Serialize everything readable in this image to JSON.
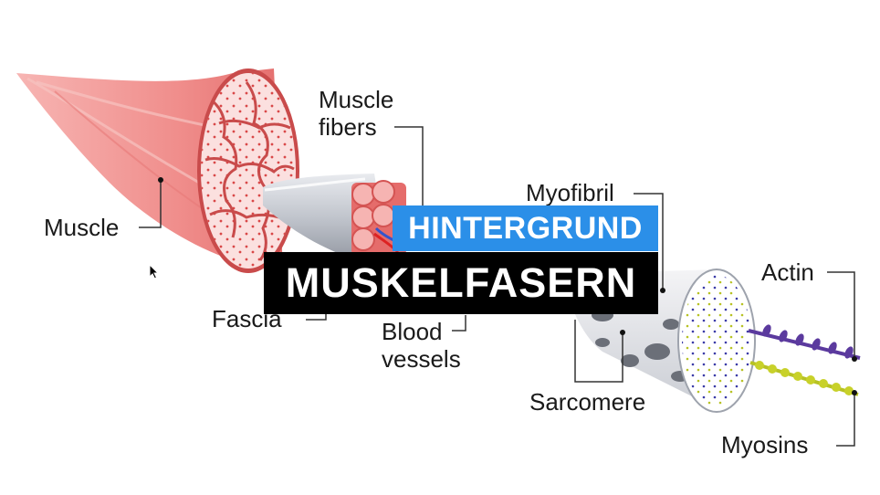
{
  "labels": {
    "muscle": "Muscle",
    "muscle_fibers_1": "Muscle",
    "muscle_fibers_2": "fibers",
    "fascia": "Fascia",
    "blood_vessels_1": "Blood",
    "blood_vessels_2": "vessels",
    "myofibril": "Myofibril",
    "sarcomere": "Sarcomere",
    "actin": "Actin",
    "myosins": "Myosins"
  },
  "overlay": {
    "subtitle": "HINTERGRUND",
    "title": "MUSKELFASERN"
  },
  "colors": {
    "muscle": "#f2a3a3",
    "muscle_dark": "#d95a5a",
    "fascia": "#c9ccd3",
    "fiber_cut": "#fbe9e8",
    "actin": "#5b3a9e",
    "myosin": "#c8d12a",
    "banner_blue": "#2b8fe8",
    "banner_black": "#000000"
  }
}
